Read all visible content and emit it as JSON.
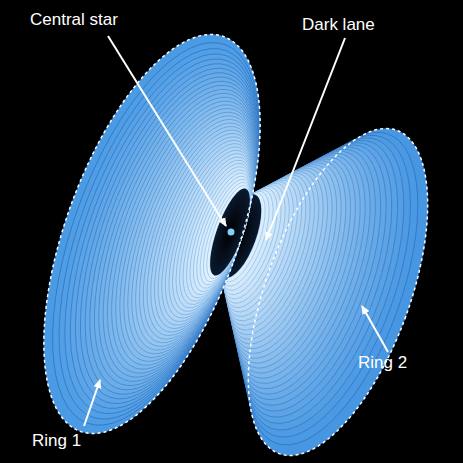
{
  "diagram": {
    "labels": [
      "Central star",
      "Dark lane",
      "Ring 1",
      "Ring 2"
    ]
  }
}
